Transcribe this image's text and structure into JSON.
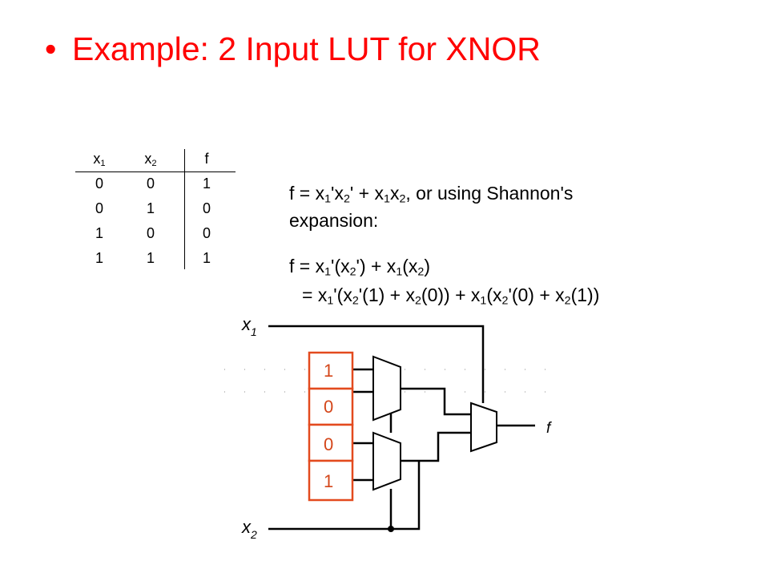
{
  "title": {
    "bullet": "•",
    "text": "Example: 2 Input LUT for XNOR"
  },
  "truth_table": {
    "headers": [
      {
        "base": "x",
        "sub": "1"
      },
      {
        "base": "x",
        "sub": "2"
      },
      {
        "base": "f",
        "sub": ""
      }
    ],
    "rows": [
      [
        "0",
        "0",
        "1"
      ],
      [
        "0",
        "1",
        "0"
      ],
      [
        "1",
        "0",
        "0"
      ],
      [
        "1",
        "1",
        "1"
      ]
    ]
  },
  "equation1": {
    "line1_end": ", or using Shannon's",
    "line2": "expansion:"
  },
  "equation2": {
    "line1": "f = x1'(x2') + x1(x2)",
    "line2": "= x1'(x2'(1) + x2(0)) + x1(x2'(0) + x2(1))"
  },
  "circuit": {
    "lut_values": [
      "1",
      "0",
      "0",
      "1"
    ],
    "input1_label": {
      "base": "x",
      "sub": "1"
    },
    "input2_label": {
      "base": "x",
      "sub": "2"
    },
    "output_label": "f",
    "lut_color": "#e34a1e"
  }
}
